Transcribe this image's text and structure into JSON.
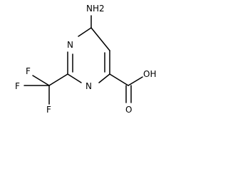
{
  "molecule": {
    "atoms": {
      "amine": "NH2",
      "ring_n_top": "N",
      "ring_n_bottom": "N",
      "hydroxyl": "OH",
      "carbonyl_o": "O",
      "fluorine_top": "F",
      "fluorine_left": "F",
      "fluorine_bottom": "F"
    }
  }
}
